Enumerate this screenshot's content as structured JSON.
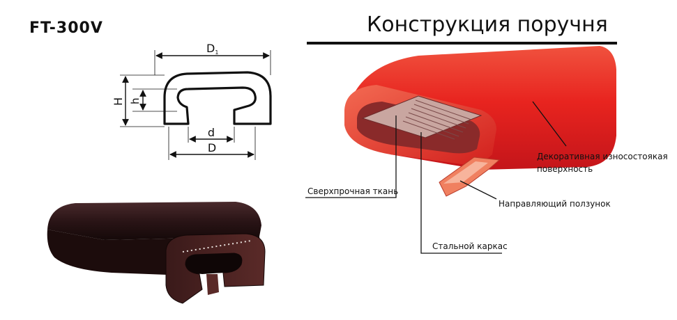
{
  "model": "FT-300V",
  "title": "Конструкция поручня",
  "dimensions": {
    "d1": "D",
    "d1_sub": "1",
    "h_big": "H",
    "h_small": "h",
    "d_small": "d",
    "d_big": "D"
  },
  "callouts": {
    "fabric": "Сверхпрочная ткань",
    "slider": "Направляющий ползунок",
    "frame": "Стальной каркас",
    "surface": "Декоративная износостоякая поверхность"
  },
  "colors": {
    "handrail_red": "#ee2a27",
    "handrail_dark": "#2a1416",
    "ink": "#111111"
  }
}
